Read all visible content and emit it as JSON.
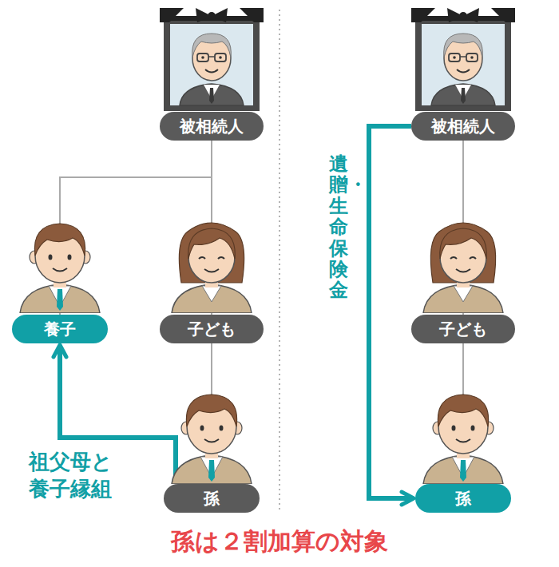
{
  "diagram": {
    "caption": "孫は２割加算の対象",
    "nodes": [
      {
        "text": [
          "被相続人"
        ]
      },
      {
        "text": [
          "養子"
        ]
      },
      {
        "text": [
          "子ども"
        ]
      },
      {
        "text": [
          "孫"
        ]
      },
      {
        "text": [
          "被相続人"
        ]
      },
      {
        "text": [
          "子ども"
        ]
      },
      {
        "text": [
          "孫"
        ]
      }
    ],
    "edges": [
      {
        "from": 0,
        "to": 1,
        "arrow": "none"
      },
      {
        "from": 0,
        "to": 2,
        "arrow": "none"
      },
      {
        "from": 2,
        "to": 3,
        "arrow": "none"
      },
      {
        "from": 3,
        "to": 1,
        "arrow": "to",
        "label": "祖父母と 養子縁組"
      },
      {
        "from": 4,
        "to": 5,
        "arrow": "none"
      },
      {
        "from": 5,
        "to": 6,
        "arrow": "none"
      },
      {
        "from": 4,
        "to": 6,
        "arrow": "to",
        "label": "遺贈・生命保険金"
      }
    ]
  }
}
